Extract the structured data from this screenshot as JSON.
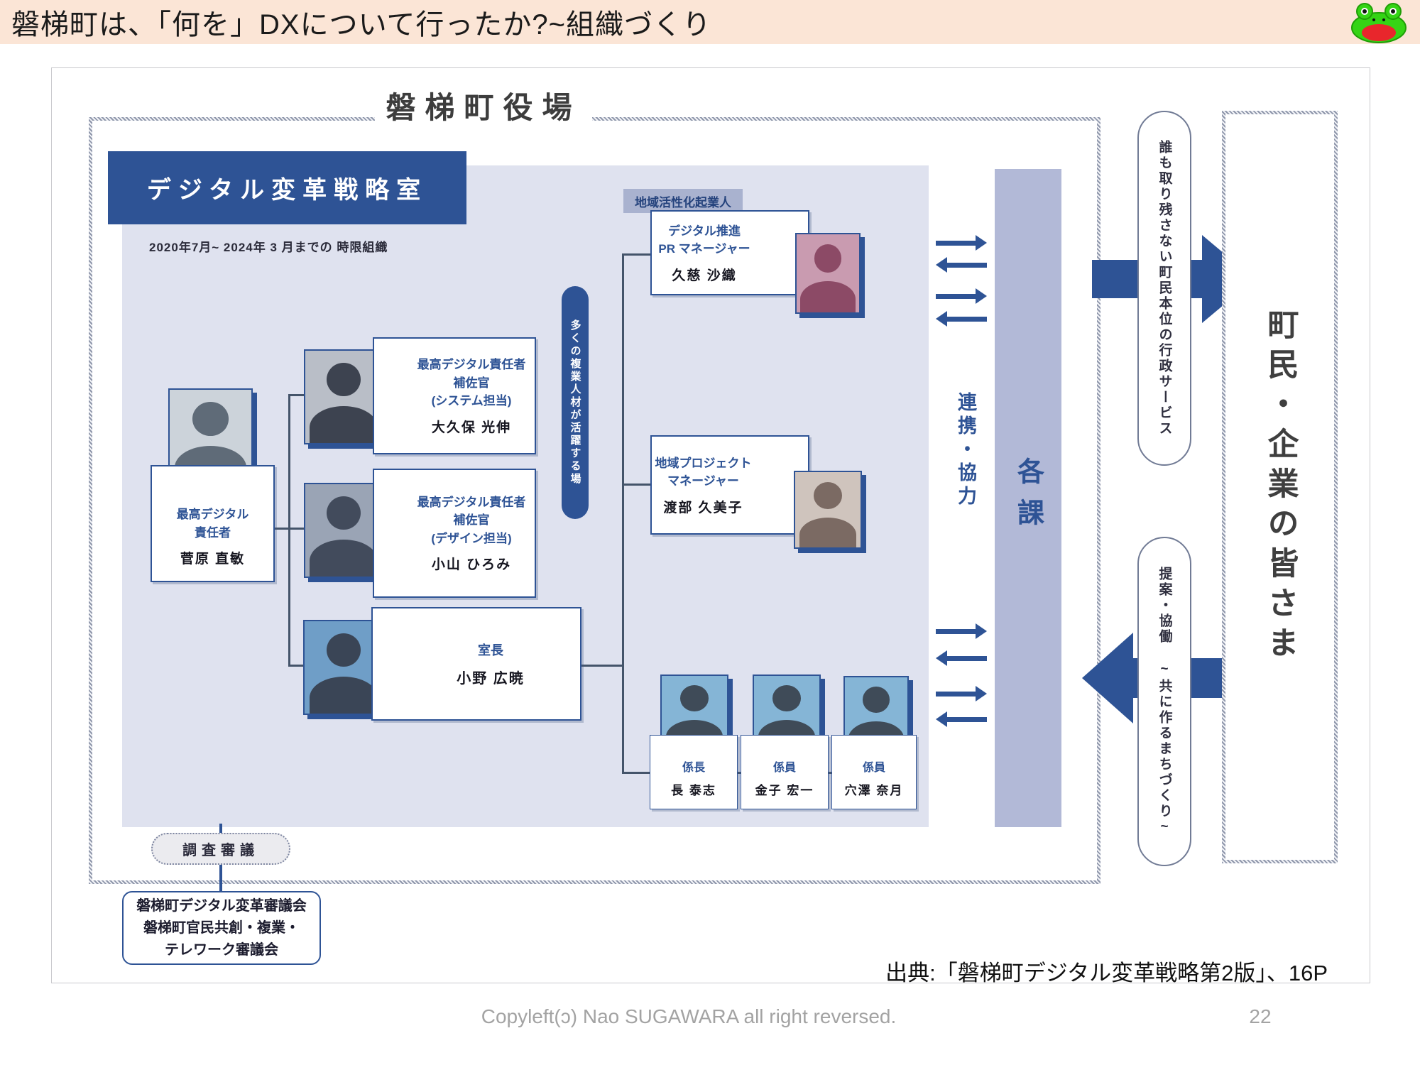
{
  "header": {
    "title": "磐梯町は、「何を」DXについて行ったか?~組織づくり",
    "frog_icon": "frog-icon"
  },
  "diagram": {
    "office_title": "磐梯町役場",
    "strategy_room_title": "デジタル変革戦略室",
    "strategy_room_period": "2020年7月~ 2024年 3 月までの 時限組織",
    "talent_pill": "多くの複業人材が活躍する場",
    "cdo": {
      "role": "最高デジタル\n責任者",
      "name": "菅原 直敏"
    },
    "aide_system": {
      "role": "最高デジタル責任者\n補佐官\n(システム担当)",
      "name": "大久保 光伸"
    },
    "aide_design": {
      "role": "最高デジタル責任者\n補佐官\n(デザイン担当)",
      "name": "小山 ひろみ"
    },
    "director": {
      "role": "室長",
      "name": "小野 広暁"
    },
    "entrepreneur_tag": "地域活性化起業人",
    "pr_manager": {
      "role": "デジタル推進\nPR マネージャー",
      "name": "久慈 沙織"
    },
    "project_manager": {
      "role": "地域プロジェクト\nマネージャー",
      "name": "渡部 久美子"
    },
    "staff": [
      {
        "role": "係長",
        "name": "長 泰志"
      },
      {
        "role": "係員",
        "name": "金子 宏一"
      },
      {
        "role": "係員",
        "name": "穴澤 奈月"
      }
    ],
    "cooperation_label": "連携・協力",
    "departments_label": "各課",
    "service_pill": "誰も取り残さない町民本位の行政サービス",
    "proposal_pill": "提案・協働  ~共に作るまちづくり~",
    "citizens_label": "町民・企業の皆さま",
    "council_pill": "調査審議",
    "council_box": "磐梯町デジタル変革審議会\n磐梯町官民共創・複業・\nテレワーク審議会"
  },
  "source_note": "出典:「磐梯町デジタル変革戦略第2版」、16P",
  "footer": {
    "copyright": "Copyleft(ɔ) Nao SUGAWARA all right reversed.",
    "page": "22"
  },
  "colors": {
    "accent_blue": "#2e5395",
    "panel_lavender": "#dfe2ef",
    "column_periwinkle": "#b2b9d7",
    "header_peach": "#fbe5d6"
  }
}
